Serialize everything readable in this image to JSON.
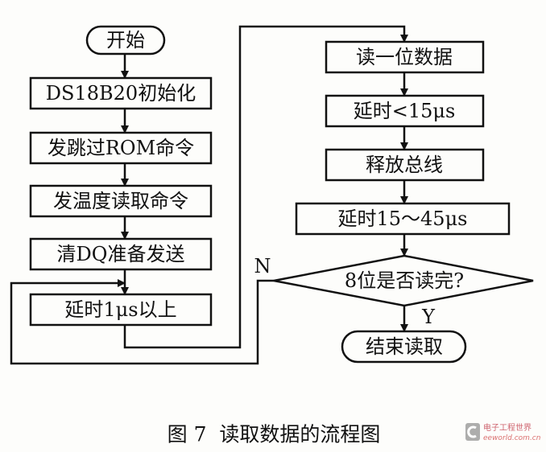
{
  "nodes": {
    "start": "开始",
    "init": "DS18B20初始化",
    "skip_rom": "发跳过ROM命令",
    "temp_read_cmd": "发温度读取命令",
    "clear_dq": "清DQ准备发送",
    "delay_1us": "延时1μs以上",
    "read_bit": "读一位数据",
    "delay_lt15": "延时<15μs",
    "release_bus": "释放总线",
    "delay_15_45": "延时15～45μs",
    "decision": "8位是否读完?",
    "end": "结束读取"
  },
  "edge_labels": {
    "no": "N",
    "yes": "Y"
  },
  "caption": "图 7  读取数据的流程图",
  "watermark": {
    "cn": "电子工程世界",
    "en": "eeworld.com.cn"
  }
}
